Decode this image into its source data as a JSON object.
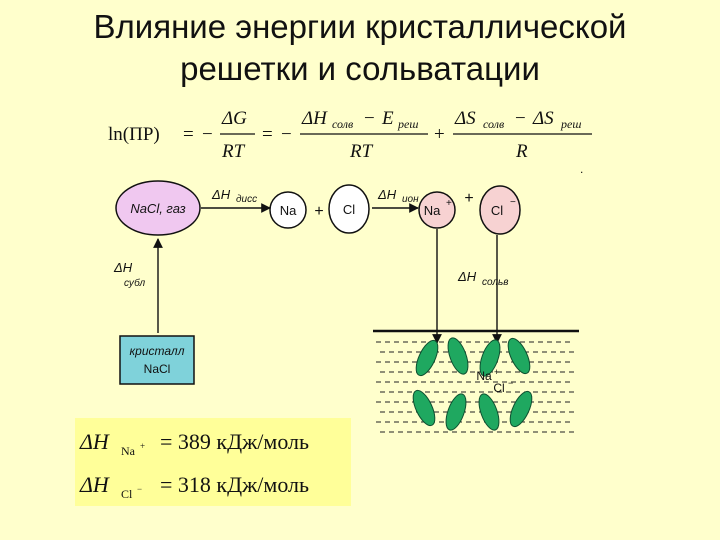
{
  "title": {
    "line1": "Влияние энергии кристаллической",
    "line2": "решетки и сольватации"
  },
  "formula": {
    "ln_label": "ln(ПР)",
    "eq": "=",
    "minus": "−",
    "plus": "+",
    "term1_num": "ΔG",
    "term1_den": "RT",
    "term2_num_h": "ΔH",
    "term2_num_h_sub": "солв",
    "term2_num_minus": "−",
    "term2_num_e": "E",
    "term2_num_e_sub": "реш",
    "term2_den": "RT",
    "term3_num_s1": "ΔS",
    "term3_num_s1_sub": "солв",
    "term3_num_minus": "−",
    "term3_num_s2": "ΔS",
    "term3_num_s2_sub": "реш",
    "term3_den": "R"
  },
  "diagram": {
    "nacl_gas": "NaCl, газ",
    "na": "Na",
    "cl": "Cl",
    "na_ion": "Na",
    "cl_ion": "Cl",
    "plus_sign": "+",
    "minus_sign": "−",
    "dh_diss": "ΔH",
    "dh_diss_sub": "дисс",
    "dh_ion": "ΔH",
    "dh_ion_sub": "ион",
    "dh_subl": "ΔH",
    "dh_subl_sub": "субл",
    "dh_solv": "ΔH",
    "dh_solv_sub": "сольв",
    "crystal_line1": "кристалл",
    "crystal_line2": "NaCl",
    "sol_na": "Na",
    "sol_cl": "Cl"
  },
  "values": {
    "row1_dh": "ΔH",
    "row1_sub": "Na",
    "row1_sup": "+",
    "row1_value": "= 389 кДж/моль",
    "row2_dh": "ΔH",
    "row2_sub": "Cl",
    "row2_sup": "−",
    "row2_value": "= 318 кДж/моль"
  },
  "colors": {
    "background": "#FFFFCC",
    "gas_ellipse": "#F0C8F0",
    "atom_circle": "#FFFFFF",
    "ion_fill": "#F7D2D2",
    "crystal_box": "#7FD2DA",
    "solvation_green": "#1FA860",
    "values_box": "#FFFF99"
  }
}
